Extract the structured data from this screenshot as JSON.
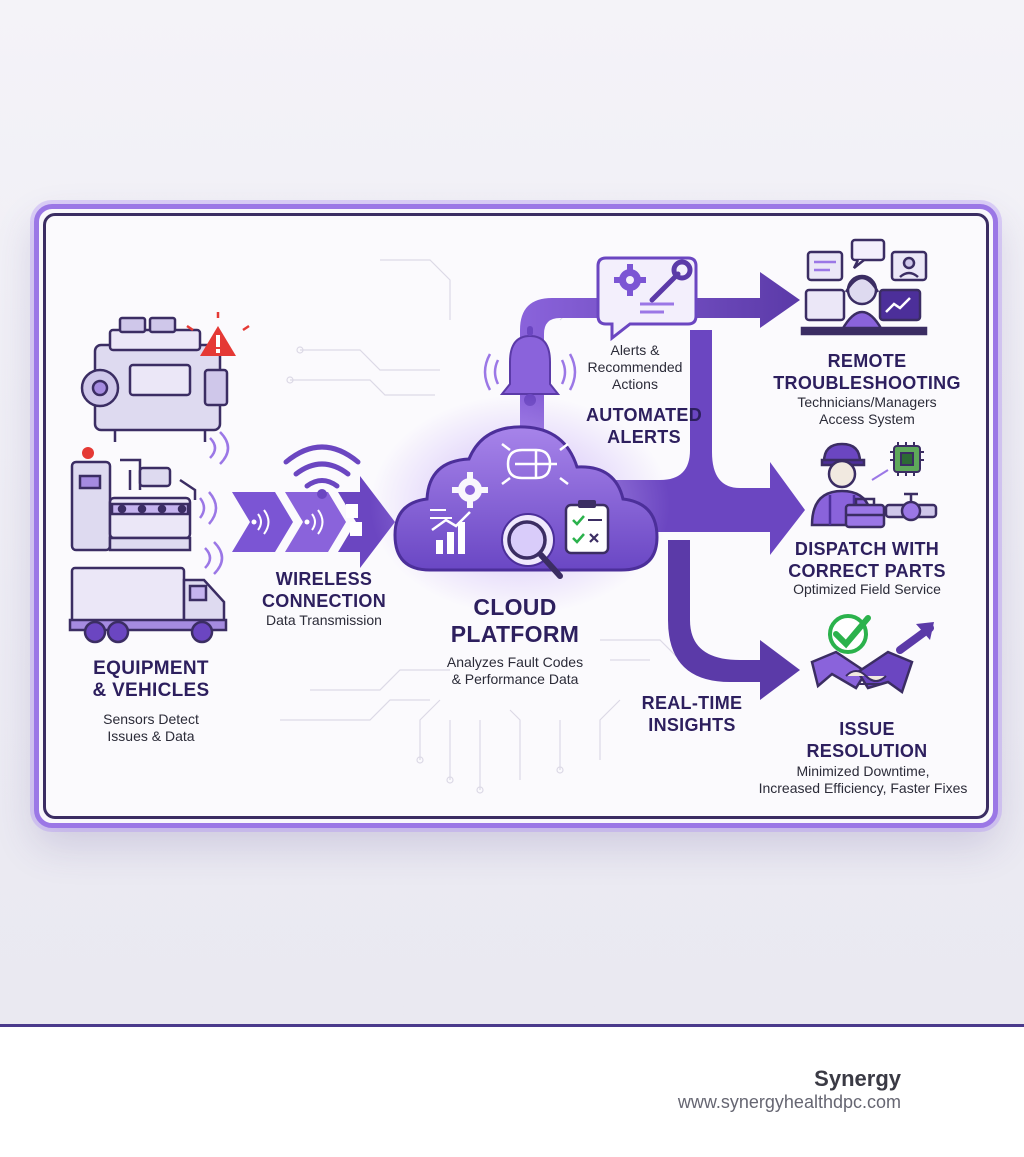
{
  "diagram": {
    "equipment": {
      "title": "EQUIPMENT\n& VEHICLES",
      "subtitle": "Sensors Detect\nIssues & Data"
    },
    "wireless": {
      "title": "WIRELESS\nCONNECTION",
      "subtitle": "Data Transmission"
    },
    "cloud": {
      "title": "CLOUD\nPLATFORM",
      "subtitle": "Analyzes Fault Codes\n& Performance Data"
    },
    "alerts_bubble": {
      "label": "Alerts &\nRecommended\nActions"
    },
    "automated_alerts": {
      "title": "AUTOMATED\nALERTS"
    },
    "realtime": {
      "title": "REAL-TIME\nINSIGHTS"
    },
    "remote": {
      "title": "REMOTE\nTROUBLESHOOTING",
      "subtitle": "Technicians/Managers\nAccess System"
    },
    "dispatch": {
      "title": "DISPATCH WITH\nCORRECT PARTS",
      "subtitle": "Optimized Field Service"
    },
    "resolution": {
      "title": "ISSUE\nRESOLUTION",
      "subtitle": "Minimized Downtime,\nIncreased Efficiency, Faster Fixes"
    }
  },
  "footer": {
    "brand": "Synergy",
    "url": "www.synergyhealthdpc.com"
  },
  "colors": {
    "accent": "#6b46c1",
    "dark": "#2d1f5e",
    "light": "#c9b5f3",
    "alert": "#e53935",
    "check": "#2bb24c"
  },
  "icons": [
    "engine-icon",
    "warning-icon",
    "machine-icon",
    "truck-icon",
    "wifi-icon",
    "cloud-icon",
    "gear-icon",
    "brain-icon",
    "chart-icon",
    "magnifier-icon",
    "checklist-icon",
    "bell-icon",
    "chat-bubble-icon",
    "wrench-icon",
    "technician-computer-icon",
    "field-technician-icon",
    "toolbox-icon",
    "chip-icon",
    "valve-icon",
    "handshake-icon",
    "checkmark-icon",
    "synergy-logo-icon"
  ]
}
